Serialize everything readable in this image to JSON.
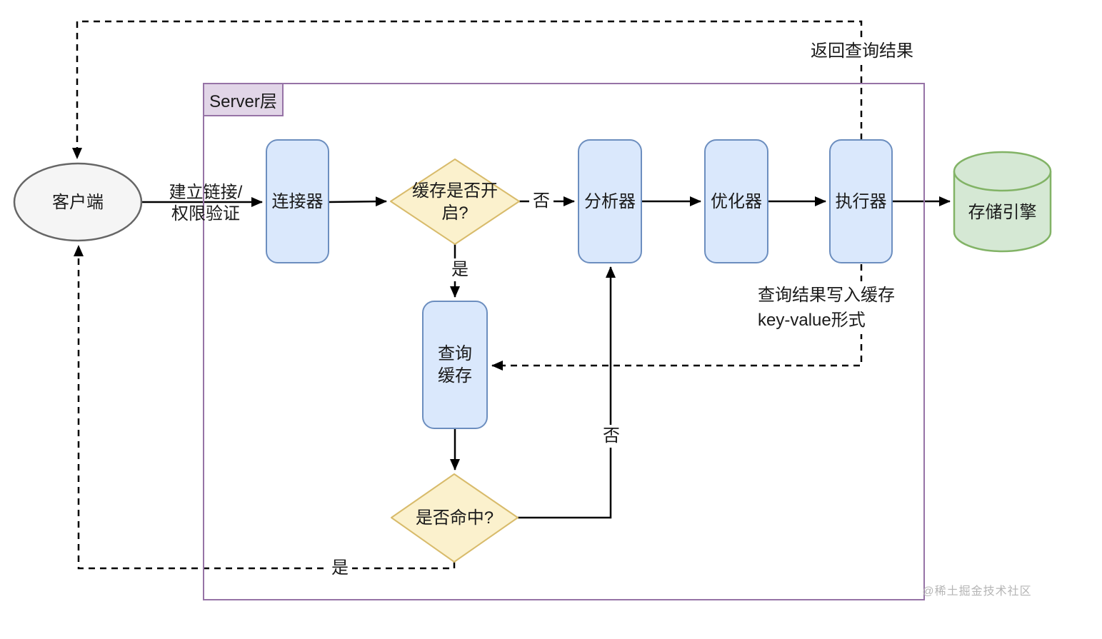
{
  "diagram": {
    "server_layer_title": "Server层",
    "nodes": {
      "client": "客户端",
      "connector": "连接器",
      "cache_check": "缓存是否开\n启?",
      "analyzer": "分析器",
      "optimizer": "优化器",
      "executor": "执行器",
      "storage_engine": "存储引擎",
      "query_cache": "查询\n缓存",
      "hit_check": "是否命中?"
    },
    "edge_labels": {
      "establish_connection": "建立链接/\n权限验证",
      "cache_disabled_no": "否",
      "cache_enabled_yes": "是",
      "cache_miss_no": "否",
      "cache_hit_yes": "是",
      "return_query_result": "返回查询结果",
      "write_cache": "查询结果写入缓存\nkey-value形式"
    },
    "watermark": "@稀土掘金技术社区",
    "colors": {
      "process_fill": "#dae8fc",
      "process_stroke": "#6c8ebf",
      "decision_fill": "#fbf1cd",
      "decision_stroke": "#d8bb6b",
      "storage_fill": "#d5e8d4",
      "storage_stroke": "#82b366",
      "server_border": "#9673a6",
      "server_label_fill": "#e1d5e7",
      "client_fill": "#f5f5f5",
      "client_stroke": "#666666",
      "edge_color": "#000000",
      "watermark_color": "#b5b5b5"
    }
  }
}
